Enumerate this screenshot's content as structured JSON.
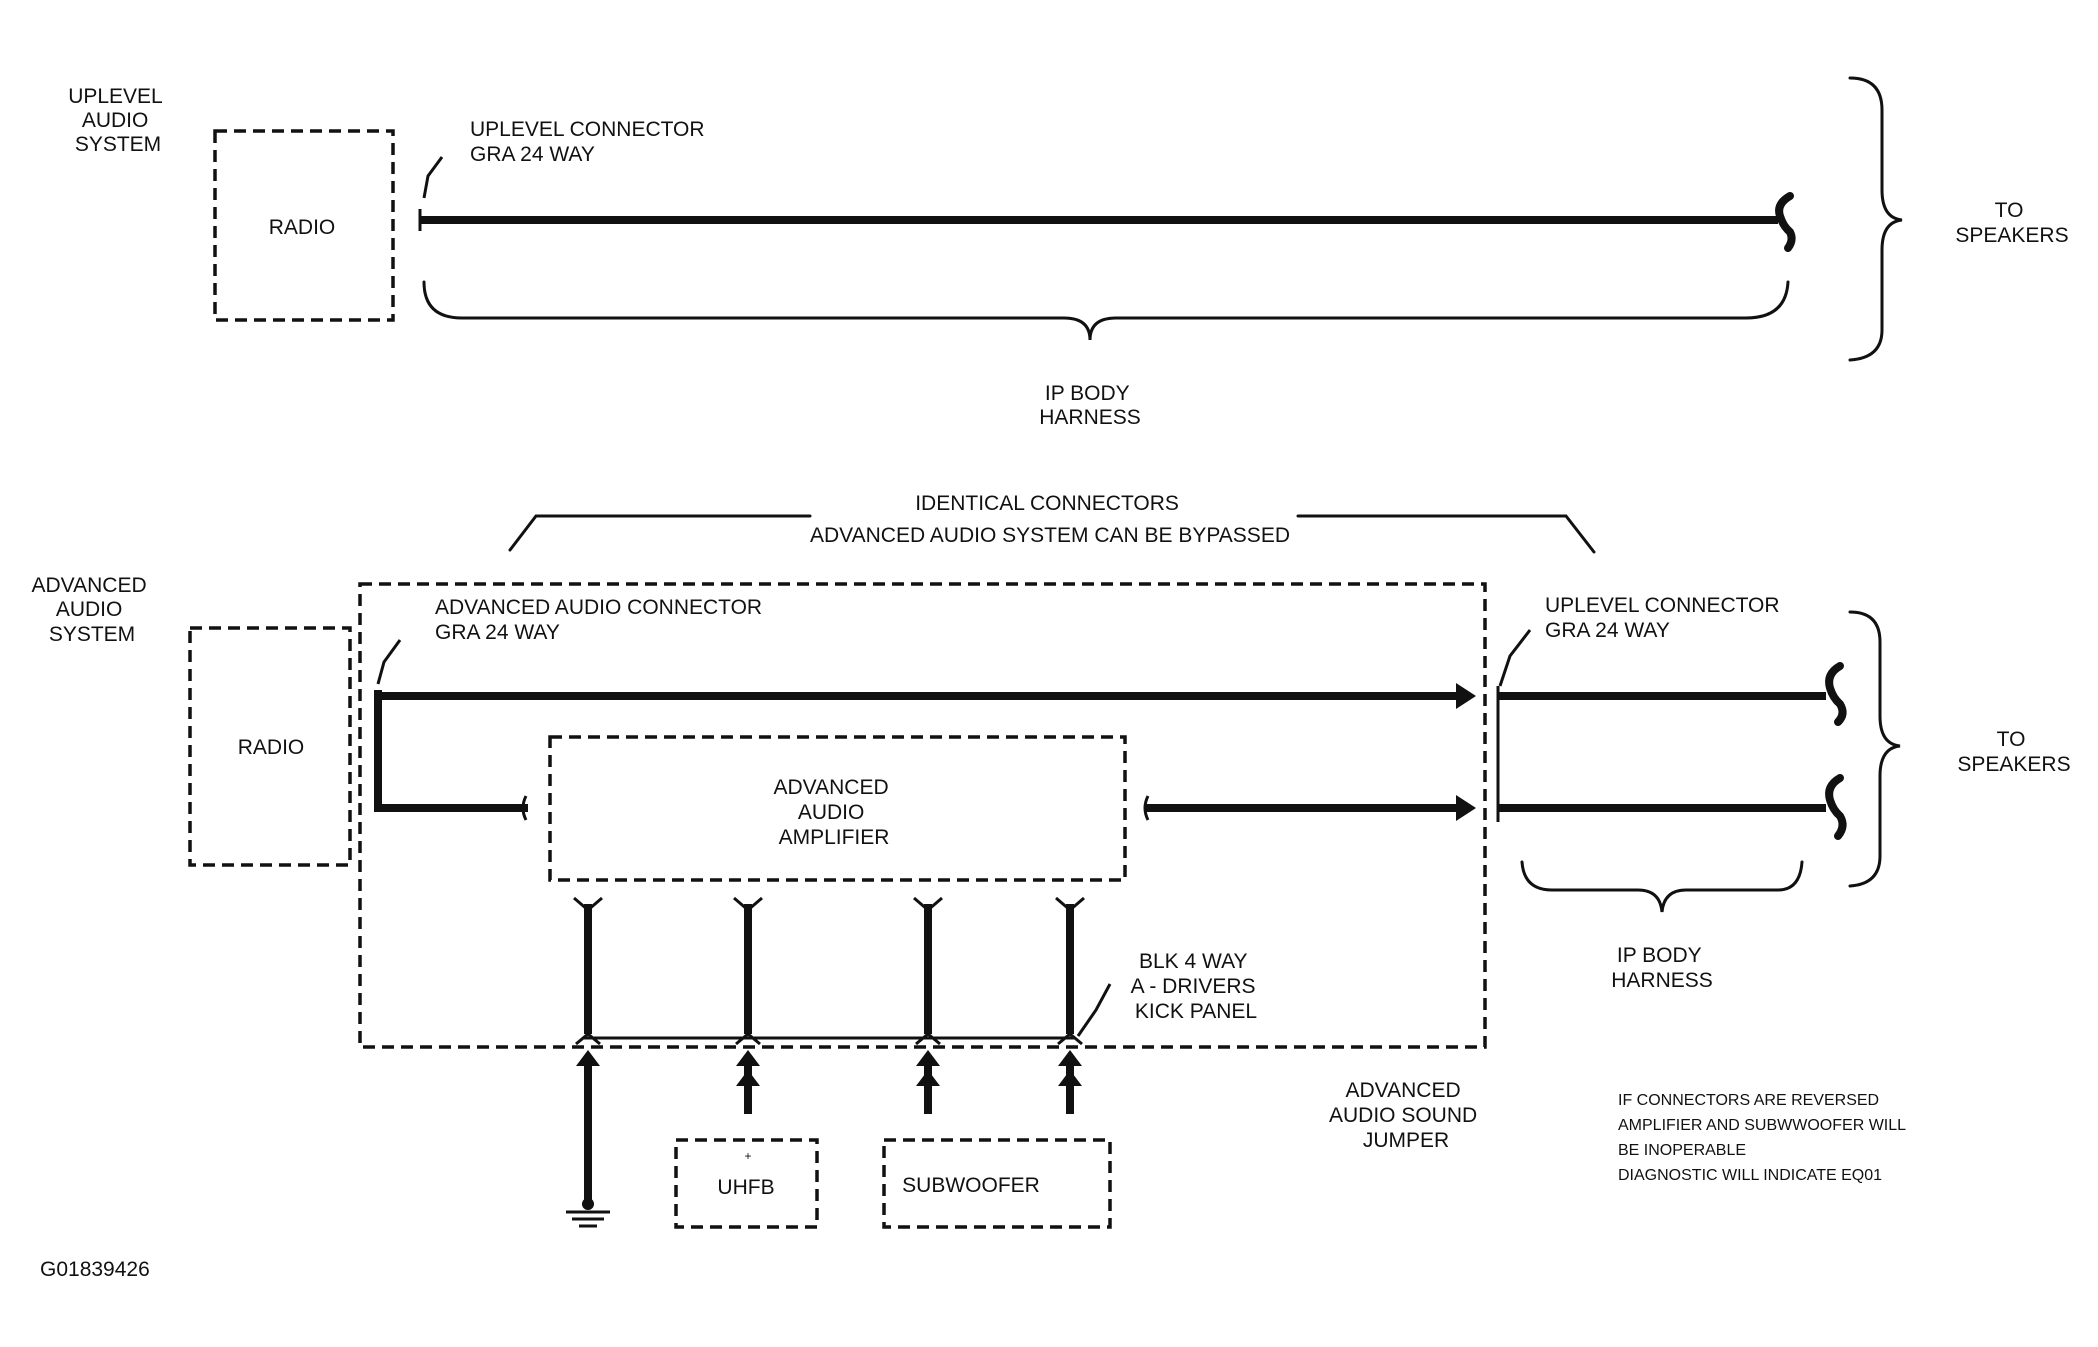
{
  "upper_system": {
    "system_label": [
      "UPLEVEL",
      "AUDIO",
      "SYSTEM"
    ],
    "radio_label": "RADIO",
    "connector_label": [
      "UPLEVEL CONNECTOR",
      "GRA 24 WAY"
    ],
    "harness_label": [
      "IP BODY",
      "HARNESS"
    ],
    "speakers_label": [
      "TO",
      "SPEAKERS"
    ]
  },
  "identical_note": [
    "IDENTICAL CONNECTORS",
    "ADVANCED AUDIO SYSTEM CAN BE BYPASSED"
  ],
  "lower_system": {
    "system_label": [
      "ADVANCED",
      "AUDIO",
      "SYSTEM"
    ],
    "radio_label": "RADIO",
    "advanced_connector_label": [
      "ADVANCED AUDIO CONNECTOR",
      "GRA 24 WAY"
    ],
    "uplevel_connector_label": [
      "UPLEVEL CONNECTOR",
      "GRA 24 WAY"
    ],
    "amplifier_label": [
      "ADVANCED",
      "AUDIO",
      "AMPLIFIER"
    ],
    "blk_connector_label": [
      "BLK 4 WAY",
      "A - DRIVERS",
      "KICK PANEL"
    ],
    "uhfb_label": "UHFB",
    "subwoofer_label": "SUBWOOFER",
    "jumper_label": [
      "ADVANCED",
      "AUDIO SOUND",
      "JUMPER"
    ],
    "harness_label": [
      "IP BODY",
      "HARNESS"
    ],
    "speakers_label": [
      "TO",
      "SPEAKERS"
    ]
  },
  "warning_note": [
    "IF CONNECTORS ARE REVERSED",
    "AMPLIFIER  AND SUBWWOOFER WILL",
    "BE INOPERABLE",
    "DIAGNOSTIC WILL INDICATE EQ01"
  ],
  "figure_id": "G01839426"
}
